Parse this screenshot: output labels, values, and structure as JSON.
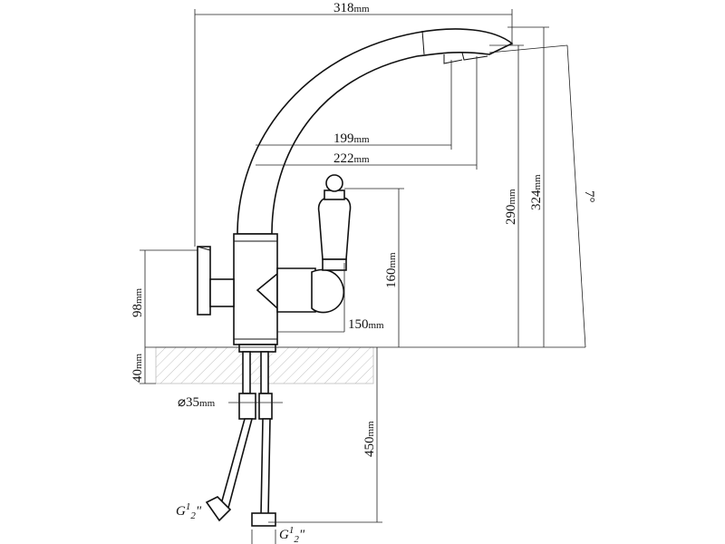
{
  "dimensions": {
    "width_318": "318",
    "reach_199": "199",
    "reach_222": "222",
    "height_290": "290",
    "height_324": "324",
    "handle_160": "160",
    "lever_98": "98",
    "body_150": "150",
    "thickness_40": "40",
    "hose_450": "450",
    "diameter_35": "⌀35",
    "angle_7": "7°",
    "unit": "mm"
  },
  "fittings": {
    "thread_left_g": "G",
    "thread_left_frac": "1",
    "thread_left_den": "2",
    "thread_left_quote": "\"",
    "thread_right_g": "G",
    "thread_right_frac": "1",
    "thread_right_den": "2",
    "thread_right_quote": "\""
  }
}
